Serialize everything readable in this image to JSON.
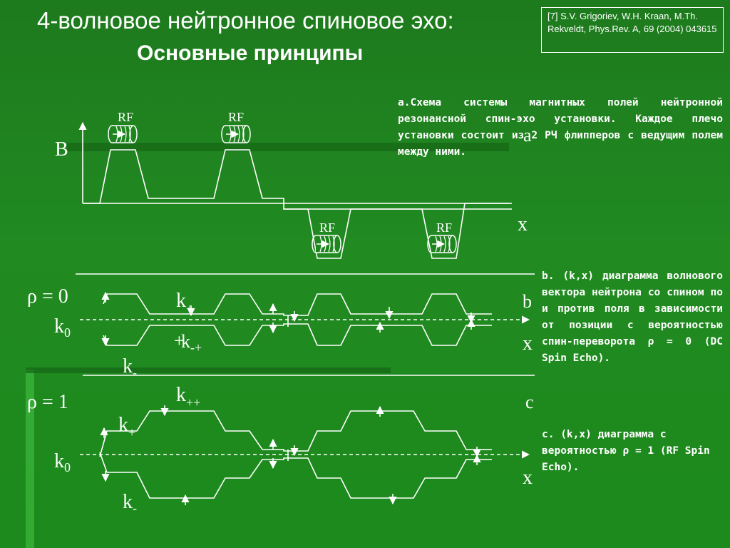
{
  "title": {
    "line1": "4-волновое нейтронное спиновое эхо:",
    "line2": "Основные принципы"
  },
  "reference": {
    "text": "[7] S.V. Grigoriev, W.H. Kraan,  M.Th. Rekveldt, Phys.Rev. A,  69 (2004) 043615"
  },
  "notes": {
    "a": "a.Схема системы магнитных полей нейтронной резонансной спин-эхо установки. Каждое плечо установки состоит из 2 РЧ флипперов с ведущим полем между ними.",
    "b": "b. (k,x) диаграмма волнового вектора нейтрона со спином по и против поля в зависимости от позиции с вероятностью спин-переворота ρ = 0 (DC Spin Echo).",
    "c": "c. (k,x) диаграмма с вероятностью ρ = 1 (RF Spin Echo)."
  },
  "diagram_a": {
    "axis_y": "B",
    "axis_x": "x",
    "panel_letter": "a",
    "flipper_label": "RF"
  },
  "diagram_b": {
    "rho": "ρ = 0",
    "k0": "k",
    "k0_sub": "0",
    "k_label": "k",
    "k_plus_sub": "+",
    "k_minus_plus_sub": "-+",
    "k_minus_sub": "-",
    "plus_sign": "+",
    "panel_letter": "b",
    "axis_x": "x"
  },
  "diagram_c": {
    "rho": "ρ = 1",
    "k0": "k",
    "k0_sub": "0",
    "k_label": "k",
    "k_plusplus_sub": "++",
    "k_plus_sub": "+",
    "k_minus_sub": "-",
    "panel_letter": "c",
    "axis_x": "x"
  },
  "colors": {
    "background": "#1f861f",
    "text": "#ffffff",
    "lines": "#ffffff"
  }
}
